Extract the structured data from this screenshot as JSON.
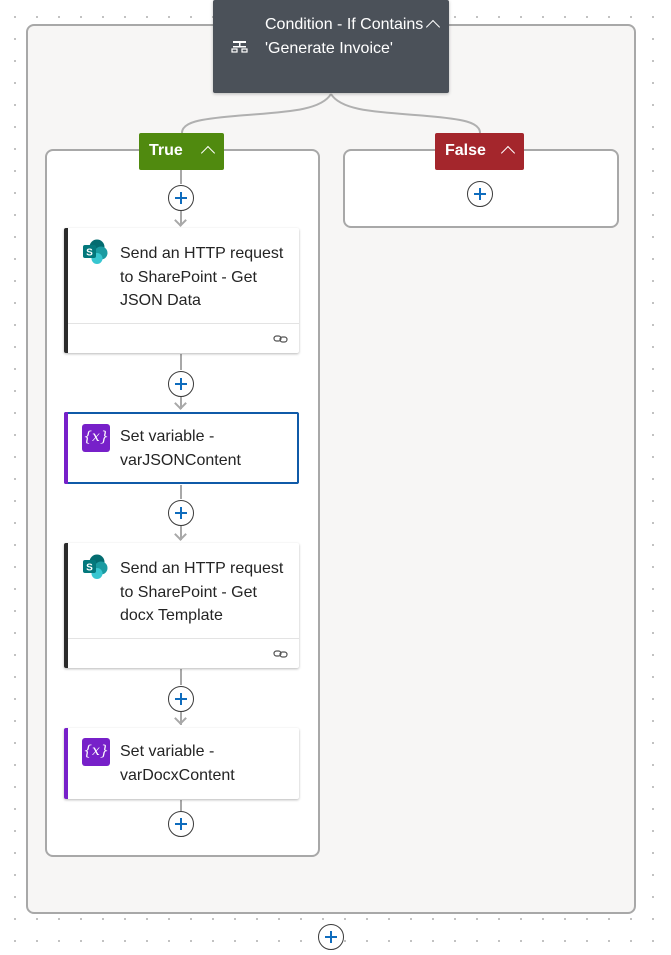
{
  "condition": {
    "title": "Condition - If Contains 'Generate Invoice'",
    "icon": "condition-icon",
    "header_color": "#4b5159"
  },
  "branches": {
    "true": {
      "label": "True",
      "color": "#508a0f"
    },
    "false": {
      "label": "False",
      "color": "#a4262c"
    }
  },
  "actions": [
    {
      "title": "Send an HTTP request to SharePoint - Get JSON Data",
      "icon": "sharepoint-icon",
      "footer_icon": "link-icon",
      "selected": false
    },
    {
      "title": "Set variable - varJSONContent",
      "icon": "variable-icon",
      "icon_text": "{x}",
      "accent_color": "#7720c9",
      "selected": true
    },
    {
      "title": "Send an HTTP request to SharePoint - Get docx Template",
      "icon": "sharepoint-icon",
      "footer_icon": "link-icon",
      "selected": false
    },
    {
      "title": "Set variable - varDocxContent",
      "icon": "variable-icon",
      "icon_text": "{x}",
      "accent_color": "#7720c9",
      "selected": false
    }
  ],
  "add_step_icon": "plus-icon",
  "accent_color": "#0f6cbd"
}
